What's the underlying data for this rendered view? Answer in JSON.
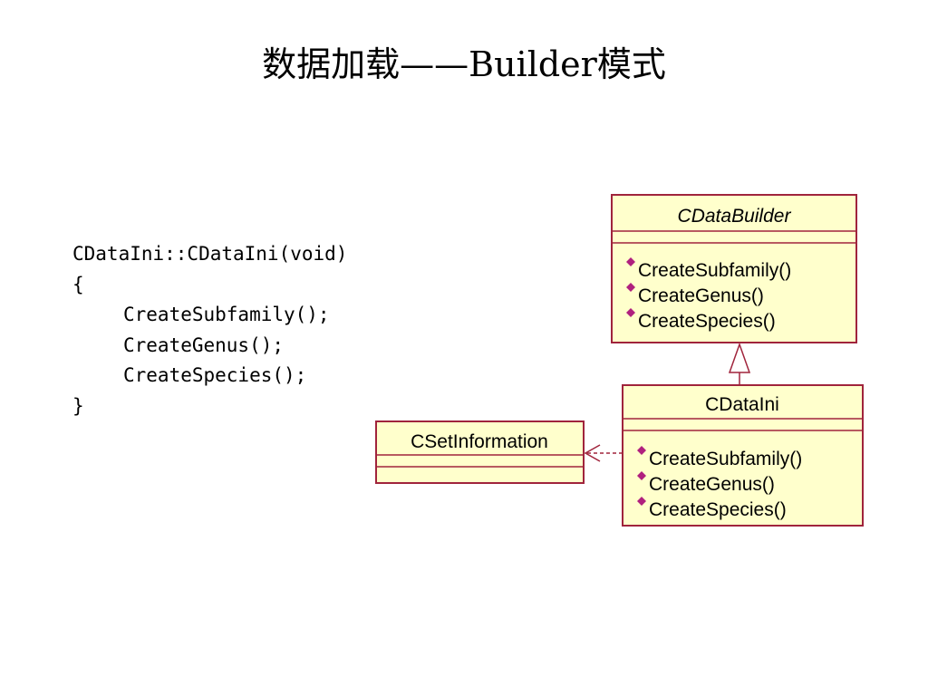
{
  "title": "数据加载——Builder模式",
  "code": {
    "signature": "CDataIni::CDataIni(void)",
    "open_brace": "{",
    "statements": [
      "CreateSubfamily();",
      "CreateGenus();",
      "CreateSpecies();"
    ],
    "close_brace": "}"
  },
  "diagram": {
    "classes": [
      {
        "name": "CDataBuilder",
        "abstract": true,
        "operations": [
          "CreateSubfamily()",
          "CreateGenus()",
          "CreateSpecies()"
        ]
      },
      {
        "name": "CDataIni",
        "abstract": false,
        "operations": [
          "CreateSubfamily()",
          "CreateGenus()",
          "CreateSpecies()"
        ]
      },
      {
        "name": "CSetInformation",
        "abstract": false,
        "operations": []
      }
    ],
    "relations": [
      {
        "type": "generalization",
        "from": "CDataIni",
        "to": "CDataBuilder"
      },
      {
        "type": "dependency",
        "from": "CDataIni",
        "to": "CSetInformation"
      }
    ],
    "colors": {
      "class_fill": "#ffffcc",
      "class_border": "#a0243c",
      "operation_marker": "#b0207e"
    }
  }
}
